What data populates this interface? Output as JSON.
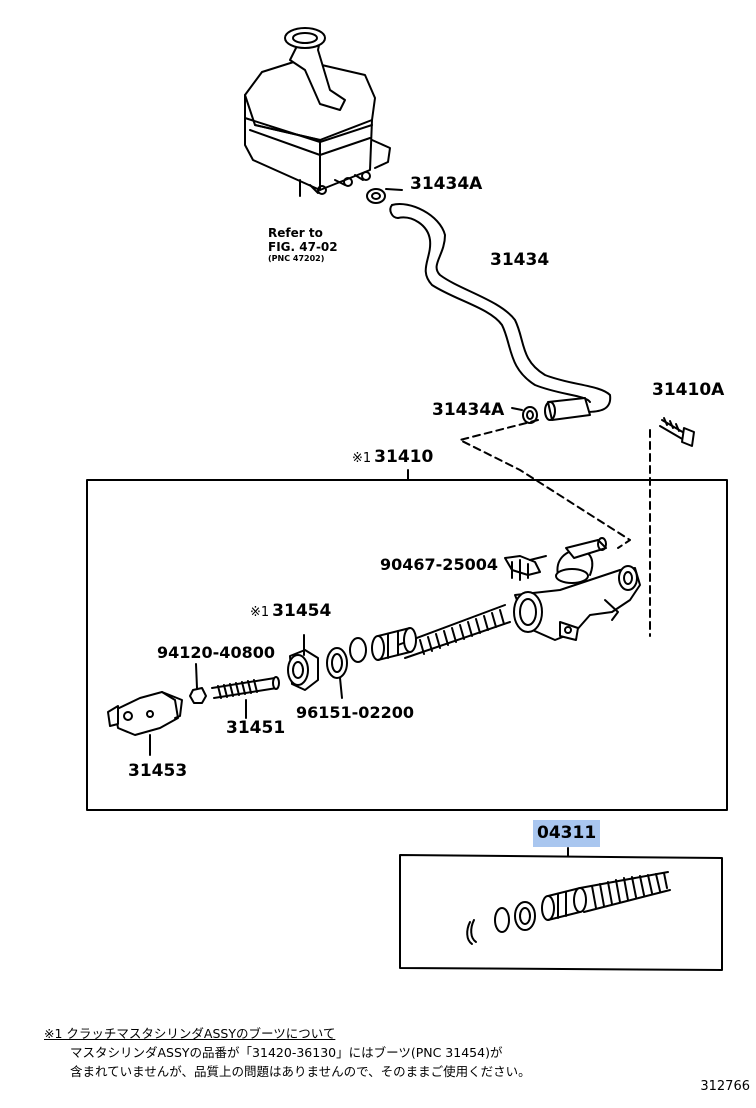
{
  "reference": {
    "line1": "Refer to",
    "line2": "FIG. 47-02",
    "line3": "(PNC 47202)"
  },
  "parts": {
    "p31434A_top": "31434A",
    "p31434": "31434",
    "p31434A_low": "31434A",
    "p31410A": "31410A",
    "p31410_mark": "※1",
    "p31410": "31410",
    "p90467": "90467-25004",
    "p31454_mark": "※1",
    "p31454": "31454",
    "p94120": "94120-40800",
    "p96151": "96151-02200",
    "p31451": "31451",
    "p31453": "31453",
    "p04311": "04311"
  },
  "note": {
    "title": "※1 クラッチマスタシリンダASSYのブーツについて",
    "line1": "マスタシリンダASSYの品番が「31420-36130」にはブーツ(PNC 31454)が",
    "line2": "含まれていませんが、品質上の問題はありませんので、そのままご使用ください。"
  },
  "figure_number": "312766",
  "colors": {
    "highlight": "#a9c6ef",
    "line": "#000000"
  }
}
